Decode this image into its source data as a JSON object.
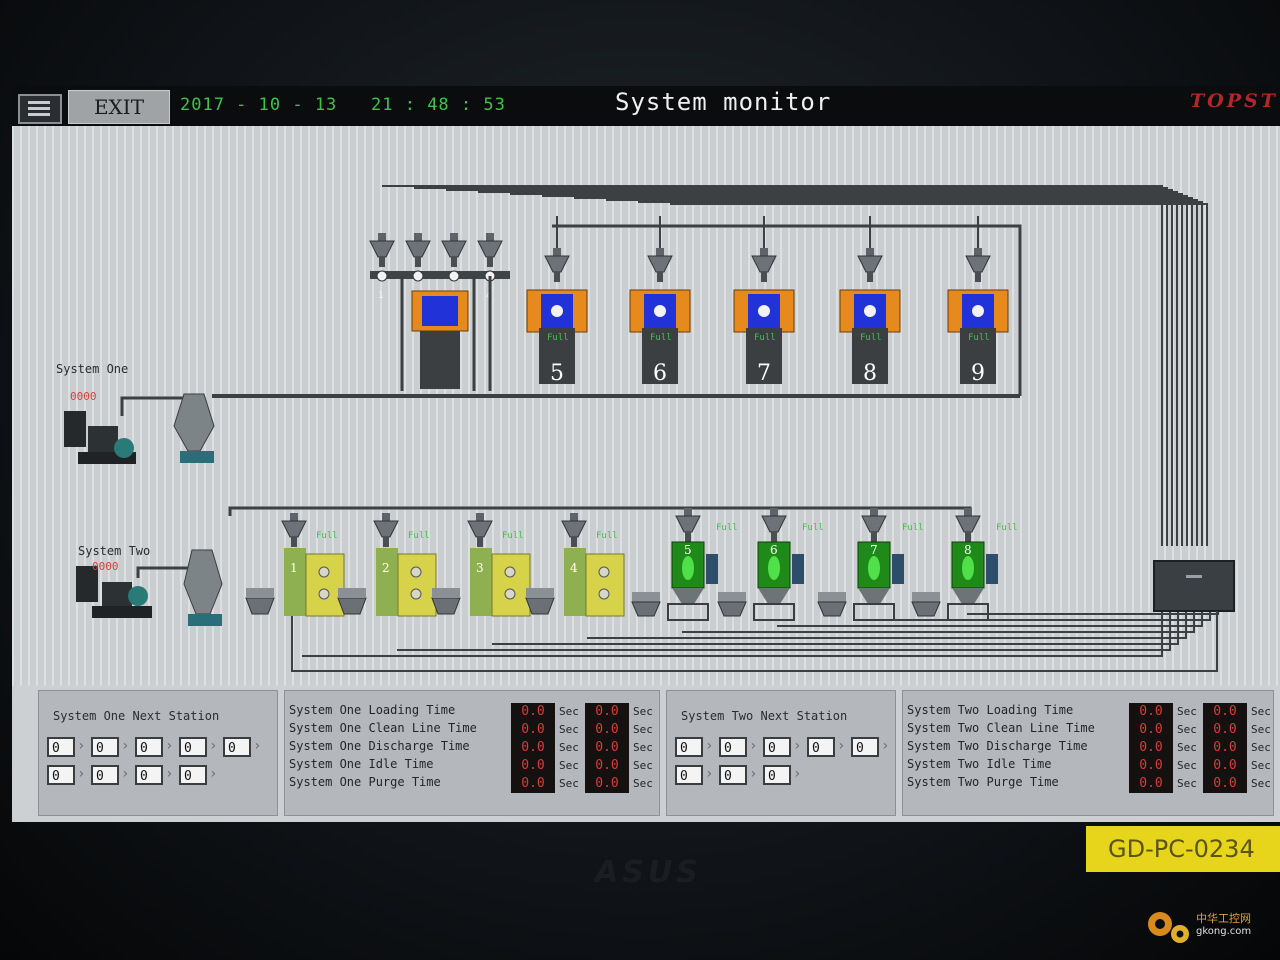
{
  "header": {
    "exit_label": "EXIT",
    "date": "2017 - 10 - 13",
    "time": "21 : 48 : 53",
    "title": "System monitor",
    "brand": "TOPST"
  },
  "system_one": {
    "label": "System One",
    "counter": "0000",
    "loaders": [
      {
        "number": "1"
      },
      {
        "number": "2"
      },
      {
        "number": "3"
      },
      {
        "number": "4"
      }
    ],
    "stations": [
      {
        "number": "5",
        "status": "Full"
      },
      {
        "number": "6",
        "status": "Full"
      },
      {
        "number": "7",
        "status": "Full"
      },
      {
        "number": "8",
        "status": "Full"
      },
      {
        "number": "9",
        "status": "Full"
      }
    ]
  },
  "system_two": {
    "label": "System Two",
    "counter": "0000",
    "stations": [
      {
        "number": "1",
        "status": "Full"
      },
      {
        "number": "2",
        "status": "Full"
      },
      {
        "number": "3",
        "status": "Full"
      },
      {
        "number": "4",
        "status": "Full"
      },
      {
        "number": "5",
        "status": "Full"
      },
      {
        "number": "6",
        "status": "Full"
      },
      {
        "number": "7",
        "status": "Full"
      },
      {
        "number": "8",
        "status": "Full"
      }
    ]
  },
  "panel_one_next": {
    "title": "System One Next Station",
    "boxes": [
      "0",
      "0",
      "0",
      "0",
      "0",
      "0",
      "0",
      "0",
      "0"
    ]
  },
  "panel_one_times": {
    "rows": [
      {
        "label": "System One Loading Time",
        "v1": "0.0",
        "v2": "0.0",
        "unit": "Sec"
      },
      {
        "label": "System One Clean Line Time",
        "v1": "0.0",
        "v2": "0.0",
        "unit": "Sec"
      },
      {
        "label": "System One Discharge Time",
        "v1": "0.0",
        "v2": "0.0",
        "unit": "Sec"
      },
      {
        "label": "System One Idle Time",
        "v1": "0.0",
        "v2": "0.0",
        "unit": "Sec"
      },
      {
        "label": "System One Purge Time",
        "v1": "0.0",
        "v2": "0.0",
        "unit": "Sec"
      }
    ]
  },
  "panel_two_next": {
    "title": "System Two Next Station",
    "boxes": [
      "0",
      "0",
      "0",
      "0",
      "0",
      "0",
      "0",
      "0"
    ]
  },
  "panel_two_times": {
    "rows": [
      {
        "label": "System Two Loading Time",
        "v1": "0.0",
        "v2": "0.0",
        "unit": "Sec"
      },
      {
        "label": "System Two Clean Line Time",
        "v1": "0.0",
        "v2": "0.0",
        "unit": "Sec"
      },
      {
        "label": "System Two Discharge Time",
        "v1": "0.0",
        "v2": "0.0",
        "unit": "Sec"
      },
      {
        "label": "System Two Idle Time",
        "v1": "0.0",
        "v2": "0.0",
        "unit": "Sec"
      },
      {
        "label": "System Two Purge Time",
        "v1": "0.0",
        "v2": "0.0",
        "unit": "Sec"
      }
    ]
  },
  "bezel": {
    "monitor_logo": "ASUS",
    "sticker_text": "GD-PC-0234",
    "watermark_cn": "中华工控网",
    "watermark_url": "gkong.com"
  },
  "colors": {
    "pipe": "#3c4043",
    "orange": "#e68a1e",
    "blue_window": "#2032d8",
    "green_hopper": "#1f8a1a",
    "yellow_dryer": "#d6d24a",
    "status_green": "#3fc24a",
    "value_red": "#d83c38"
  }
}
